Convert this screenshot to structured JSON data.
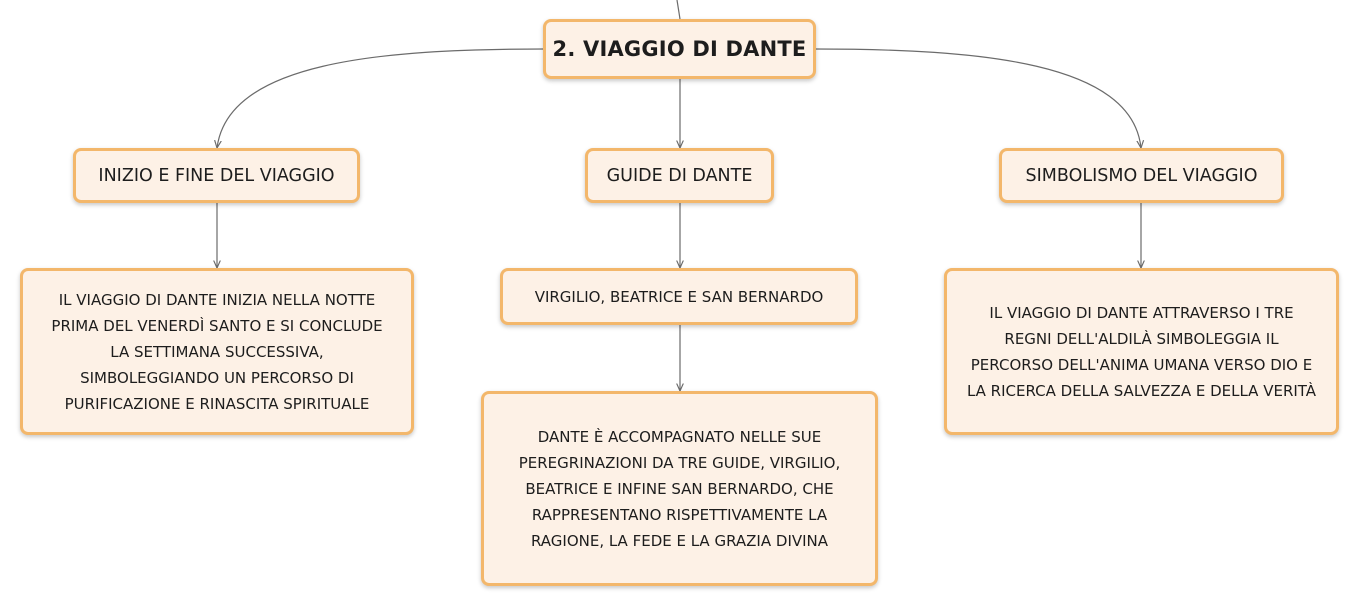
{
  "colors": {
    "node_fill": "#fdf1e6",
    "node_border": "#f3b76b",
    "connector": "#6b6b6b",
    "text": "#1d1d1d"
  },
  "root": {
    "label": "2. VIAGGIO DI DANTE"
  },
  "branches": [
    {
      "label": "INIZIO E FINE DEL VIAGGIO",
      "details": [
        "IL VIAGGIO DI DANTE INIZIA NELLA NOTTE\nPRIMA DEL VENERDÌ SANTO E SI CONCLUDE\nLA SETTIMANA SUCCESSIVA,\nSIMBOLEGGIANDO UN PERCORSO DI\nPURIFICAZIONE E RINASCITA SPIRITUALE"
      ]
    },
    {
      "label": "GUIDE DI DANTE",
      "details": [
        "VIRGILIO, BEATRICE E SAN BERNARDO",
        "DANTE È ACCOMPAGNATO NELLE SUE\nPEREGRINAZIONI DA TRE GUIDE, VIRGILIO,\nBEATRICE E INFINE SAN BERNARDO, CHE\nRAPPRESENTANO RISPETTIVAMENTE LA\nRAGIONE, LA FEDE E LA GRAZIA DIVINA"
      ]
    },
    {
      "label": "SIMBOLISMO DEL VIAGGIO",
      "details": [
        "IL VIAGGIO DI DANTE ATTRAVERSO I TRE\nREGNI DELL'ALDILÀ SIMBOLEGGIA IL\nPERCORSO DELL'ANIMA UMANA VERSO DIO E\nLA RICERCA DELLA SALVEZZA E DELLA VERITÀ"
      ]
    }
  ]
}
